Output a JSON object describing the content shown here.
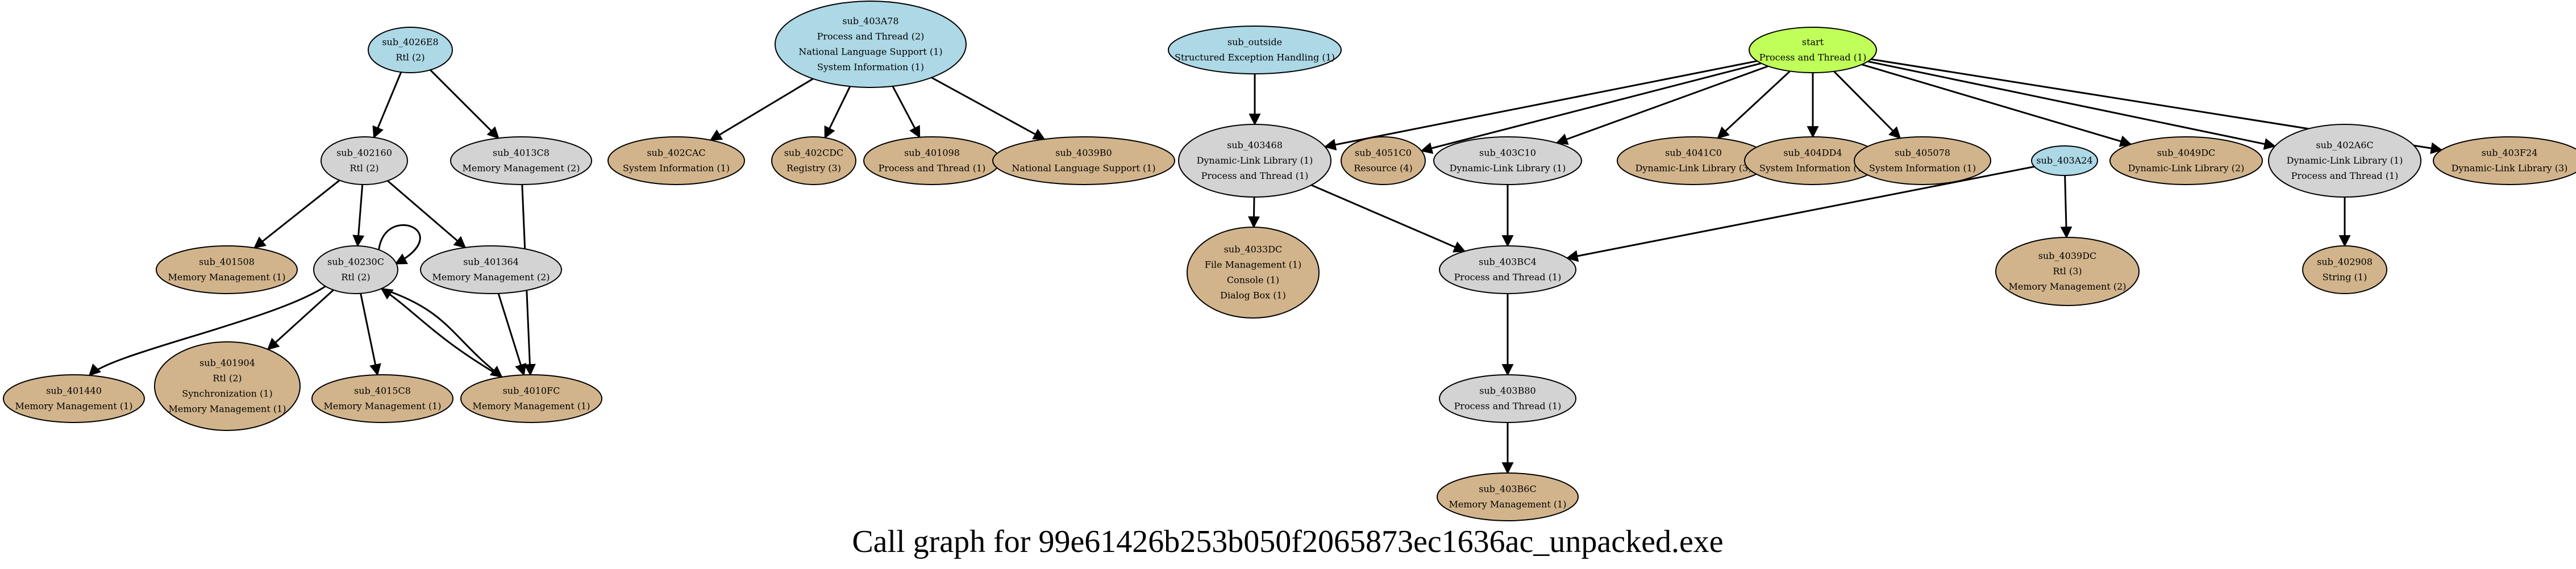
{
  "caption": "Call graph for 99e61426b253b050f2065873ec1636ac_unpacked.exe",
  "colors": {
    "start": "#c0ff5a",
    "root": "#add8e6",
    "internal": "#d3d3d3",
    "leaf": "#d2b48c",
    "stroke": "#000000"
  },
  "nodes": [
    {
      "id": "sub_4026E8",
      "kind": "root",
      "lines": [
        "sub_4026E8",
        "Rtl (2)"
      ]
    },
    {
      "id": "sub_402160",
      "kind": "internal",
      "lines": [
        "sub_402160",
        "Rtl (2)"
      ]
    },
    {
      "id": "sub_4013C8",
      "kind": "internal",
      "lines": [
        "sub_4013C8",
        "Memory Management (2)"
      ]
    },
    {
      "id": "sub_401508",
      "kind": "leaf",
      "lines": [
        "sub_401508",
        "Memory Management (1)"
      ]
    },
    {
      "id": "sub_40230C",
      "kind": "internal",
      "lines": [
        "sub_40230C",
        "Rtl (2)"
      ]
    },
    {
      "id": "sub_401364",
      "kind": "internal",
      "lines": [
        "sub_401364",
        "Memory Management (2)"
      ]
    },
    {
      "id": "sub_401440",
      "kind": "leaf",
      "lines": [
        "sub_401440",
        "Memory Management (1)"
      ]
    },
    {
      "id": "sub_401904",
      "kind": "leaf",
      "lines": [
        "sub_401904",
        "Rtl (2)",
        "Synchronization (1)",
        "Memory Management (1)"
      ]
    },
    {
      "id": "sub_4015C8",
      "kind": "leaf",
      "lines": [
        "sub_4015C8",
        "Memory Management (1)"
      ]
    },
    {
      "id": "sub_4010FC",
      "kind": "leaf",
      "lines": [
        "sub_4010FC",
        "Memory Management (1)"
      ]
    },
    {
      "id": "sub_403A78",
      "kind": "root",
      "lines": [
        "sub_403A78",
        "Process and Thread (2)",
        "National Language Support (1)",
        "System Information (1)"
      ]
    },
    {
      "id": "sub_402CAC",
      "kind": "leaf",
      "lines": [
        "sub_402CAC",
        "System Information (1)"
      ]
    },
    {
      "id": "sub_402CDC",
      "kind": "leaf",
      "lines": [
        "sub_402CDC",
        "Registry (3)"
      ]
    },
    {
      "id": "sub_401098",
      "kind": "leaf",
      "lines": [
        "sub_401098",
        "Process and Thread (1)"
      ]
    },
    {
      "id": "sub_4039B0",
      "kind": "leaf",
      "lines": [
        "sub_4039B0",
        "National Language Support (1)"
      ]
    },
    {
      "id": "sub_outside",
      "kind": "root",
      "lines": [
        "sub_outside",
        "Structured Exception Handling (1)"
      ]
    },
    {
      "id": "sub_403468",
      "kind": "internal",
      "lines": [
        "sub_403468",
        "Dynamic-Link Library (1)",
        "Process and Thread (1)"
      ]
    },
    {
      "id": "sub_4033DC",
      "kind": "leaf",
      "lines": [
        "sub_4033DC",
        "File Management (1)",
        "Console (1)",
        "Dialog Box (1)"
      ]
    },
    {
      "id": "sub_4051C0",
      "kind": "leaf",
      "lines": [
        "sub_4051C0",
        "Resource (4)"
      ]
    },
    {
      "id": "sub_403C10",
      "kind": "internal",
      "lines": [
        "sub_403C10",
        "Dynamic-Link Library (1)"
      ]
    },
    {
      "id": "sub_403BC4",
      "kind": "internal",
      "lines": [
        "sub_403BC4",
        "Process and Thread (1)"
      ]
    },
    {
      "id": "sub_403B80",
      "kind": "internal",
      "lines": [
        "sub_403B80",
        "Process and Thread (1)"
      ]
    },
    {
      "id": "sub_403B6C",
      "kind": "leaf",
      "lines": [
        "sub_403B6C",
        "Memory Management (1)"
      ]
    },
    {
      "id": "start",
      "kind": "start",
      "lines": [
        "start",
        "Process and Thread (1)"
      ]
    },
    {
      "id": "sub_4041C0",
      "kind": "leaf",
      "lines": [
        "sub_4041C0",
        "Dynamic-Link Library (3)"
      ]
    },
    {
      "id": "sub_404DD4",
      "kind": "leaf",
      "lines": [
        "sub_404DD4",
        "System Information (1)"
      ]
    },
    {
      "id": "sub_405078",
      "kind": "leaf",
      "lines": [
        "sub_405078",
        "System Information (1)"
      ]
    },
    {
      "id": "sub_403A24",
      "kind": "root",
      "lines": [
        "sub_403A24"
      ]
    },
    {
      "id": "sub_4039DC",
      "kind": "leaf",
      "lines": [
        "sub_4039DC",
        "Rtl (3)",
        "Memory Management (2)"
      ]
    },
    {
      "id": "sub_4049DC",
      "kind": "leaf",
      "lines": [
        "sub_4049DC",
        "Dynamic-Link Library (2)"
      ]
    },
    {
      "id": "sub_402A6C",
      "kind": "internal",
      "lines": [
        "sub_402A6C",
        "Dynamic-Link Library (1)",
        "Process and Thread (1)"
      ]
    },
    {
      "id": "sub_402908",
      "kind": "leaf",
      "lines": [
        "sub_402908",
        "String (1)"
      ]
    },
    {
      "id": "sub_403F24",
      "kind": "leaf",
      "lines": [
        "sub_403F24",
        "Dynamic-Link Library (3)"
      ]
    }
  ],
  "edges": [
    [
      "sub_4026E8",
      "sub_402160"
    ],
    [
      "sub_4026E8",
      "sub_4013C8"
    ],
    [
      "sub_402160",
      "sub_401508"
    ],
    [
      "sub_402160",
      "sub_40230C"
    ],
    [
      "sub_402160",
      "sub_401364"
    ],
    [
      "sub_4013C8",
      "sub_4010FC"
    ],
    [
      "sub_40230C",
      "sub_40230C"
    ],
    [
      "sub_40230C",
      "sub_401440"
    ],
    [
      "sub_40230C",
      "sub_401904"
    ],
    [
      "sub_40230C",
      "sub_4015C8"
    ],
    [
      "sub_40230C",
      "sub_4010FC"
    ],
    [
      "sub_401364",
      "sub_4010FC"
    ],
    [
      "sub_4010FC",
      "sub_40230C"
    ],
    [
      "sub_403A78",
      "sub_402CAC"
    ],
    [
      "sub_403A78",
      "sub_402CDC"
    ],
    [
      "sub_403A78",
      "sub_401098"
    ],
    [
      "sub_403A78",
      "sub_4039B0"
    ],
    [
      "sub_outside",
      "sub_403468"
    ],
    [
      "sub_403468",
      "sub_4033DC"
    ],
    [
      "sub_403468",
      "sub_403BC4"
    ],
    [
      "start",
      "sub_403468"
    ],
    [
      "start",
      "sub_4051C0"
    ],
    [
      "start",
      "sub_403C10"
    ],
    [
      "start",
      "sub_4041C0"
    ],
    [
      "start",
      "sub_404DD4"
    ],
    [
      "start",
      "sub_405078"
    ],
    [
      "start",
      "sub_4049DC"
    ],
    [
      "start",
      "sub_402A6C"
    ],
    [
      "start",
      "sub_403F24"
    ],
    [
      "sub_403C10",
      "sub_403BC4"
    ],
    [
      "sub_403BC4",
      "sub_403B80"
    ],
    [
      "sub_403B80",
      "sub_403B6C"
    ],
    [
      "sub_403A24",
      "sub_403BC4"
    ],
    [
      "sub_403A24",
      "sub_4039DC"
    ],
    [
      "sub_402A6C",
      "sub_402908"
    ]
  ]
}
